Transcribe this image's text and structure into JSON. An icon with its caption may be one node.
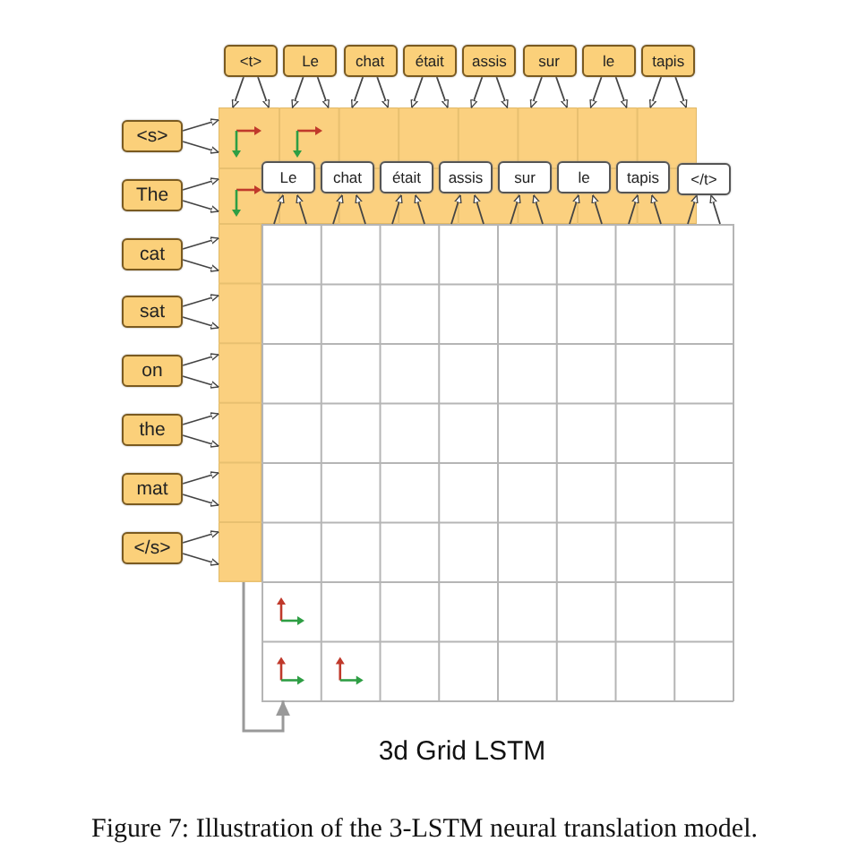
{
  "diagram": {
    "caption": "Figure 7: Illustration of the 3-LSTM neural translation model.",
    "nodes": [
      {
        "text": [
          "<t>"
        ]
      },
      {
        "text": [
          "Le"
        ]
      },
      {
        "text": [
          "chat"
        ]
      },
      {
        "text": [
          "était"
        ]
      },
      {
        "text": [
          "assis"
        ]
      },
      {
        "text": [
          "sur"
        ]
      },
      {
        "text": [
          "le"
        ]
      },
      {
        "text": [
          "tapis"
        ]
      },
      {
        "text": [
          "<s>"
        ]
      },
      {
        "text": [
          "The"
        ]
      },
      {
        "text": [
          "cat"
        ]
      },
      {
        "text": [
          "sat"
        ]
      },
      {
        "text": [
          "on"
        ]
      },
      {
        "text": [
          "the"
        ]
      },
      {
        "text": [
          "mat"
        ]
      },
      {
        "text": [
          "</s>"
        ]
      },
      {
        "text": [
          "Le"
        ],
        "in": 24
      },
      {
        "text": [
          "chat"
        ],
        "in": 24
      },
      {
        "text": [
          "était"
        ],
        "in": 24
      },
      {
        "text": [
          "assis"
        ],
        "in": 24
      },
      {
        "text": [
          "sur"
        ],
        "in": 24
      },
      {
        "text": [
          "le"
        ],
        "in": 24
      },
      {
        "text": [
          "tapis"
        ],
        "in": 24
      },
      {
        "text": [
          "</t>"
        ]
      },
      {
        "text": [],
        "shape": "box"
      },
      {
        "text": [],
        "shape": "box"
      }
    ],
    "edges": [
      {
        "from": 0,
        "to": 24,
        "arrow": "to"
      },
      {
        "from": 0,
        "to": 24,
        "arrow": "to"
      },
      {
        "from": 1,
        "to": 24,
        "arrow": "to"
      },
      {
        "from": 1,
        "to": 24,
        "arrow": "to"
      },
      {
        "from": 2,
        "to": 24,
        "arrow": "to"
      },
      {
        "from": 2,
        "to": 24,
        "arrow": "to"
      },
      {
        "from": 3,
        "to": 24,
        "arrow": "to"
      },
      {
        "from": 3,
        "to": 24,
        "arrow": "to"
      },
      {
        "from": 4,
        "to": 24,
        "arrow": "to"
      },
      {
        "from": 4,
        "to": 24,
        "arrow": "to"
      },
      {
        "from": 5,
        "to": 24,
        "arrow": "to"
      },
      {
        "from": 5,
        "to": 24,
        "arrow": "to"
      },
      {
        "from": 6,
        "to": 24,
        "arrow": "to"
      },
      {
        "from": 6,
        "to": 24,
        "arrow": "to"
      },
      {
        "from": 7,
        "to": 24,
        "arrow": "to"
      },
      {
        "from": 7,
        "to": 24,
        "arrow": "to"
      },
      {
        "from": 8,
        "to": 24,
        "arrow": "to"
      },
      {
        "from": 8,
        "to": 24,
        "arrow": "to"
      },
      {
        "from": 9,
        "to": 24,
        "arrow": "to"
      },
      {
        "from": 9,
        "to": 24,
        "arrow": "to"
      },
      {
        "from": 10,
        "to": 24,
        "arrow": "to"
      },
      {
        "from": 10,
        "to": 24,
        "arrow": "to"
      },
      {
        "from": 11,
        "to": 24,
        "arrow": "to"
      },
      {
        "from": 11,
        "to": 24,
        "arrow": "to"
      },
      {
        "from": 12,
        "to": 24,
        "arrow": "to"
      },
      {
        "from": 12,
        "to": 24,
        "arrow": "to"
      },
      {
        "from": 13,
        "to": 24,
        "arrow": "to"
      },
      {
        "from": 13,
        "to": 24,
        "arrow": "to"
      },
      {
        "from": 14,
        "to": 24,
        "arrow": "to"
      },
      {
        "from": 14,
        "to": 24,
        "arrow": "to"
      },
      {
        "from": 15,
        "to": 24,
        "arrow": "to"
      },
      {
        "from": 15,
        "to": 24,
        "arrow": "to"
      },
      {
        "from": 25,
        "to": 16,
        "arrow": "to"
      },
      {
        "from": 25,
        "to": 16,
        "arrow": "to"
      },
      {
        "from": 25,
        "to": 17,
        "arrow": "to"
      },
      {
        "from": 25,
        "to": 17,
        "arrow": "to"
      },
      {
        "from": 25,
        "to": 18,
        "arrow": "to"
      },
      {
        "from": 25,
        "to": 18,
        "arrow": "to"
      },
      {
        "from": 25,
        "to": 19,
        "arrow": "to"
      },
      {
        "from": 25,
        "to": 19,
        "arrow": "to"
      },
      {
        "from": 25,
        "to": 20,
        "arrow": "to"
      },
      {
        "from": 25,
        "to": 20,
        "arrow": "to"
      },
      {
        "from": 25,
        "to": 21,
        "arrow": "to"
      },
      {
        "from": 25,
        "to": 21,
        "arrow": "to"
      },
      {
        "from": 25,
        "to": 22,
        "arrow": "to"
      },
      {
        "from": 25,
        "to": 22,
        "arrow": "to"
      },
      {
        "from": 25,
        "to": 23,
        "arrow": "to"
      },
      {
        "from": 25,
        "to": 23,
        "arrow": "to"
      },
      {
        "from": 24,
        "to": 25,
        "arrow": "to",
        "color": "#999999"
      }
    ],
    "labels": [
      "3d Grid LSTM"
    ]
  }
}
